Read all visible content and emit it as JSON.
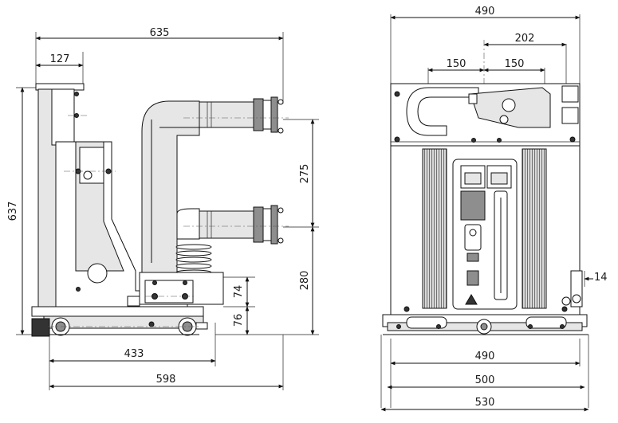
{
  "dimensions": {
    "side_view": {
      "overall_width": "635",
      "top_width": "127",
      "height": "637",
      "terminal_spacing": "275",
      "lower_terminal_height": "280",
      "step_74": "74",
      "step_76": "76",
      "wheel_base": "433",
      "base_length": "598"
    },
    "front_view": {
      "overall_width": "490",
      "arm_reach": "202",
      "left_offset": "150",
      "right_offset": "150",
      "side_offset": "14",
      "base_490": "490",
      "base_500": "500",
      "base_530": "530"
    }
  }
}
